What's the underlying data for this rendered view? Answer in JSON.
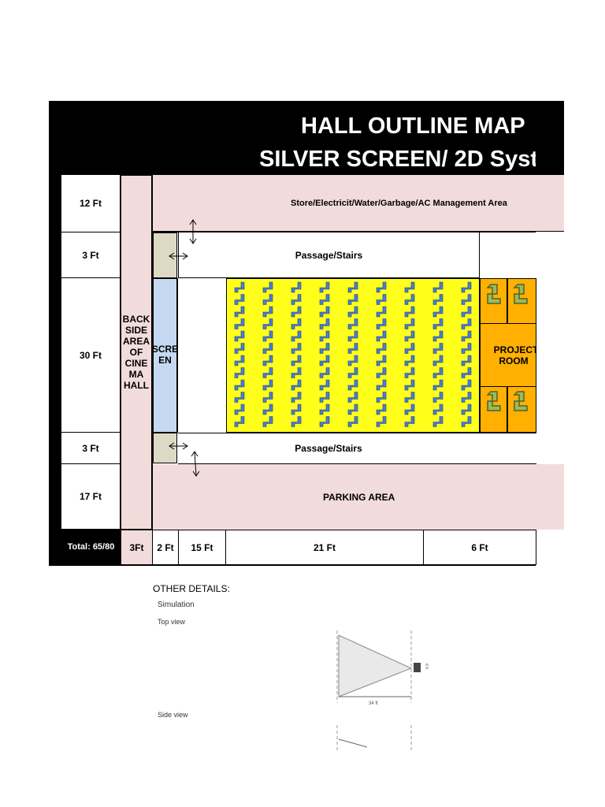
{
  "title": {
    "line1": "HALL OUTLINE MAP",
    "line2": "SILVER SCREEN/ 2D Syst"
  },
  "rows": {
    "r1": "12 Ft",
    "r2": "3 Ft",
    "r3": "30 Ft",
    "r4": "3 Ft",
    "r5": "17 Ft"
  },
  "areas": {
    "store": "Store/Electricit/Water/Garbage/AC Management Area",
    "passage_top": "Passage/Stairs",
    "passage_bottom": "Passage/Stairs",
    "parking": "PARKING AREA",
    "back_side": [
      "BACK",
      "SIDE",
      "AREA",
      "OF",
      "CINE",
      "MA",
      "HALL"
    ],
    "screen": [
      "SCRE",
      "EN"
    ],
    "projector": [
      "PROJECT",
      "ROOM"
    ]
  },
  "totals": {
    "total": "Total: 65/80",
    "c1": "3Ft",
    "c2": "2 Ft",
    "c3": "15 Ft",
    "c4": "21 Ft",
    "c5": "6 Ft"
  },
  "seating": {
    "columns": 9,
    "seats_per_column": 12,
    "seat_color": "#4a7fd1",
    "area_color": "#ffff1a"
  },
  "projector_color": "#ffb000",
  "other": {
    "heading": "OTHER DETAILS:",
    "simulation": "Simulation",
    "top_view": "Top view",
    "side_view": "Side view",
    "distance": "34 ft",
    "proj_label": "6 ft"
  }
}
